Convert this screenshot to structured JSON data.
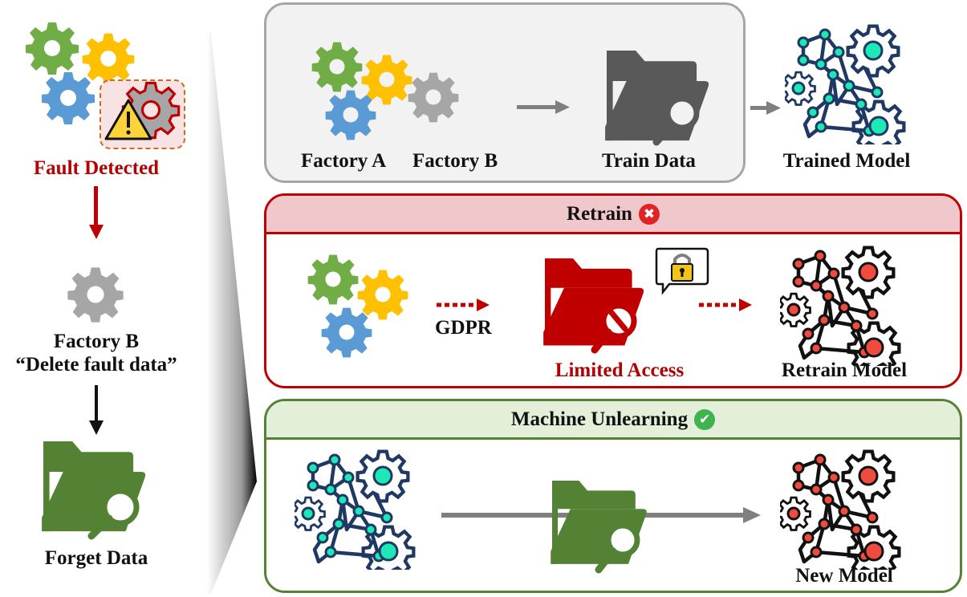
{
  "left_flow": {
    "fault_label": "Fault Detected",
    "factory_label": "Factory B",
    "request_label": "“Delete fault data”",
    "forget_label": "Forget Data",
    "icons": [
      "gear-green-icon",
      "gear-yellow-icon",
      "gear-blue-icon",
      "faulty-gear-icon",
      "warning-icon",
      "gear-gray-icon",
      "folder-search-icon"
    ]
  },
  "training_panel": {
    "factory_a_label": "Factory A",
    "factory_b_label": "Factory B",
    "train_data_label": "Train Data",
    "trained_model_label": "Trained Model"
  },
  "retrain_panel": {
    "title": "Retrain",
    "status_icon": "x-circle-icon",
    "status_glyph": "✖",
    "gdpr_label": "GDPR",
    "limited_access_label": "Limited Access",
    "retrain_model_label": "Retrain Model"
  },
  "unlearning_panel": {
    "title": "Machine Unlearning",
    "status_icon": "check-circle-icon",
    "status_glyph": "✔",
    "new_model_label": "New Model"
  },
  "colors": {
    "green": "#70ad47",
    "yellow": "#ffc000",
    "blue": "#5b9bd5",
    "gray": "#a6a6a6",
    "dark_gray": "#595959",
    "red": "#c00000",
    "forest_green": "#548235",
    "teal_node": "#1de9b6",
    "navy": "#1f3864",
    "coral_node": "#f04b3c"
  }
}
